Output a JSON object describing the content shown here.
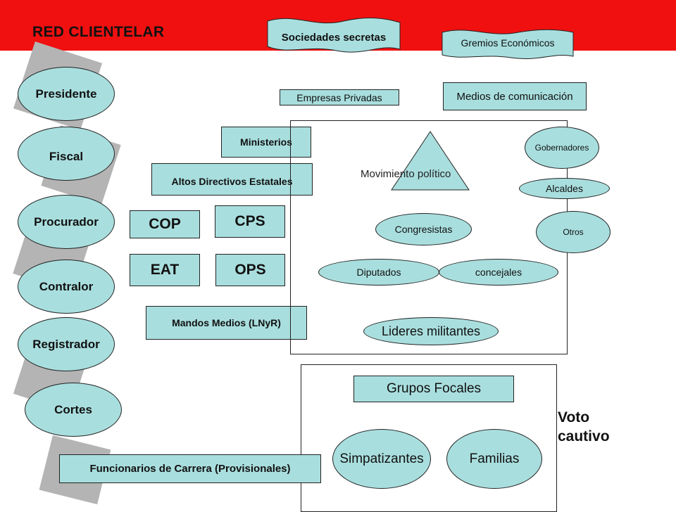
{
  "title": "RED CLIENTELAR",
  "left_ovals": [
    "Presidente",
    "Fiscal",
    "Procurador",
    "Contralor",
    "Registrador",
    "Cortes"
  ],
  "flags": {
    "sociedades": "Sociedades secretas",
    "gremios": "Gremios Económicos"
  },
  "boxes": {
    "empresas": "Empresas Privadas",
    "medios": "Medios de comunicación",
    "ministerios": "Ministerios",
    "altos": "Altos Directivos Estatales",
    "cop": "COP",
    "cps": "CPS",
    "eat": "EAT",
    "ops": "OPS",
    "mandos": "Mandos Medios (LNyR)",
    "funcionarios": "Funcionarios de Carrera (Provisionales)",
    "grupos": "Grupos Focales"
  },
  "movement": {
    "label": "Movimiento político",
    "gobernadores": "Gobernadores",
    "alcaldes": "Alcaldes",
    "otros": "Otros",
    "congresistas": "Congresistas",
    "diputados": "Diputados",
    "concejales": "concejales",
    "lideres": "Lideres militantes"
  },
  "captive": {
    "simpatizantes": "Simpatizantes",
    "familias": "Familias",
    "vote_line1": "Voto",
    "vote_line2": "cautivo"
  },
  "colors": {
    "banner": "#f01010",
    "shape_fill": "#a9dede",
    "deco": "#b4b4b4"
  }
}
